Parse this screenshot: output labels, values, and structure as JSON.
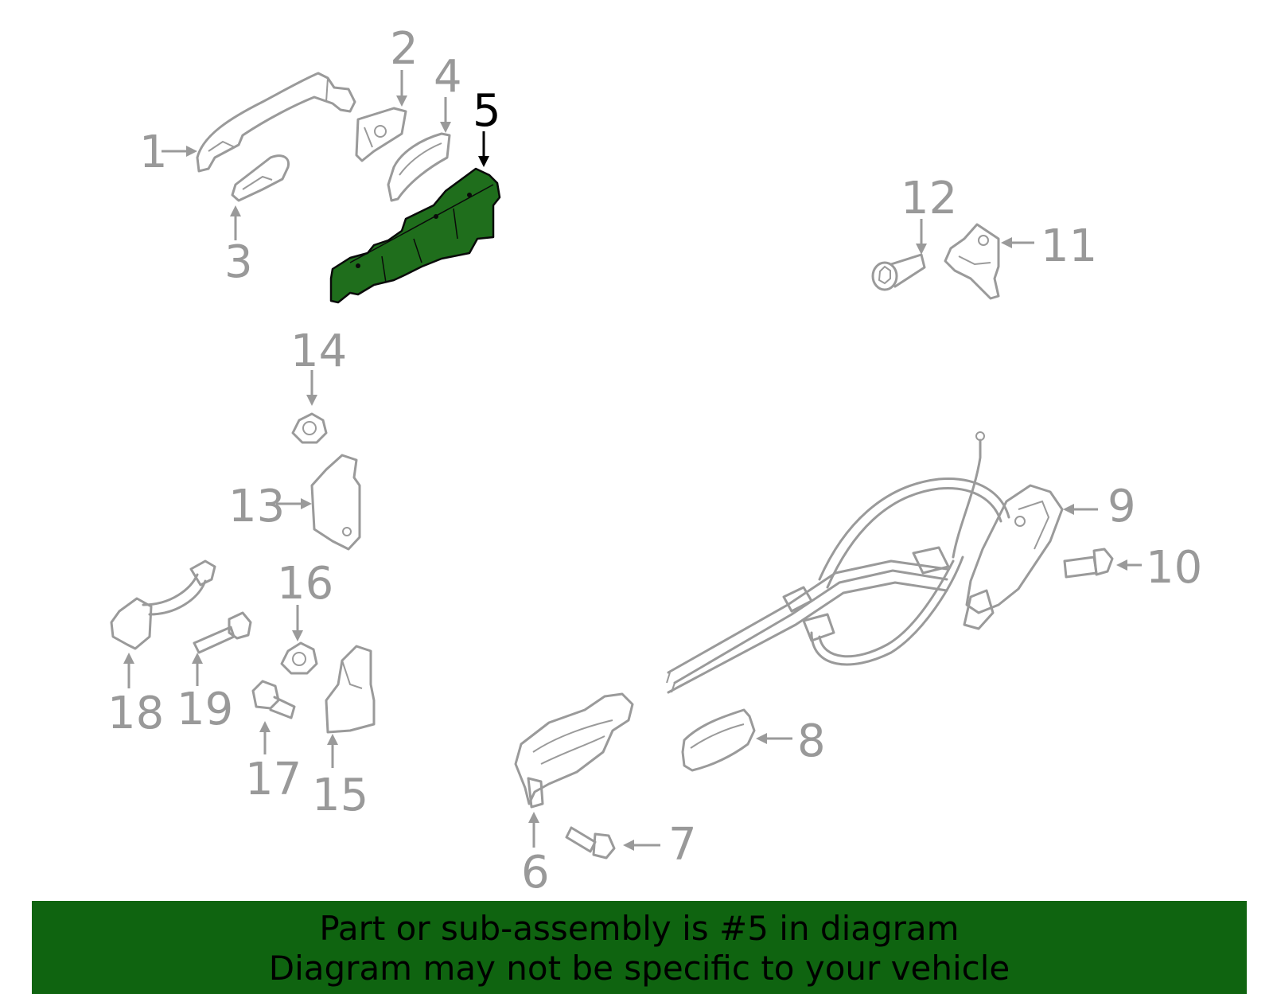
{
  "callouts": [
    {
      "id": "1",
      "text": "1"
    },
    {
      "id": "2",
      "text": "2"
    },
    {
      "id": "3",
      "text": "3"
    },
    {
      "id": "4",
      "text": "4"
    },
    {
      "id": "5",
      "text": "5"
    },
    {
      "id": "6",
      "text": "6"
    },
    {
      "id": "7",
      "text": "7"
    },
    {
      "id": "8",
      "text": "8"
    },
    {
      "id": "9",
      "text": "9"
    },
    {
      "id": "10",
      "text": "10"
    },
    {
      "id": "11",
      "text": "11"
    },
    {
      "id": "12",
      "text": "12"
    },
    {
      "id": "13",
      "text": "13"
    },
    {
      "id": "14",
      "text": "14"
    },
    {
      "id": "15",
      "text": "15"
    },
    {
      "id": "16",
      "text": "16"
    },
    {
      "id": "17",
      "text": "17"
    },
    {
      "id": "18",
      "text": "18"
    },
    {
      "id": "19",
      "text": "19"
    }
  ],
  "highlighted_part": "5",
  "colors": {
    "highlight_fill": "#1f6e1c",
    "banner_bg": "#0f6410",
    "part_outline": "#9a9a9a",
    "callout_text": "#999999",
    "highlight_callout_text": "#000000"
  },
  "banner": {
    "line1": "Part or sub-assembly is #5 in diagram",
    "line2": "Diagram may not be specific to your vehicle"
  }
}
